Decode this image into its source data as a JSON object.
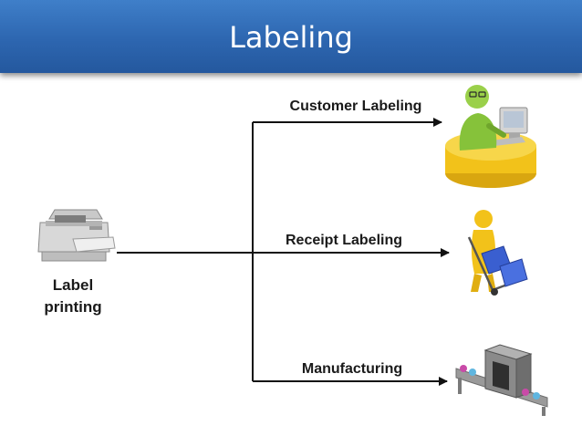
{
  "header": {
    "title": "Labeling"
  },
  "source": {
    "line1": "Label",
    "line2": "printing",
    "icon": "printer-icon"
  },
  "branches": [
    {
      "label": "Customer Labeling",
      "icon": "customer-computer-icon"
    },
    {
      "label": "Receipt Labeling",
      "icon": "receiving-hand-truck-icon"
    },
    {
      "label": "Manufacturing",
      "icon": "manufacturing-conveyor-icon"
    }
  ],
  "colors": {
    "header": "#2d66b0",
    "line": "#111111",
    "accent_yellow": "#f2c21a",
    "accent_green": "#86c23a",
    "accent_blue": "#3a5fd0"
  }
}
